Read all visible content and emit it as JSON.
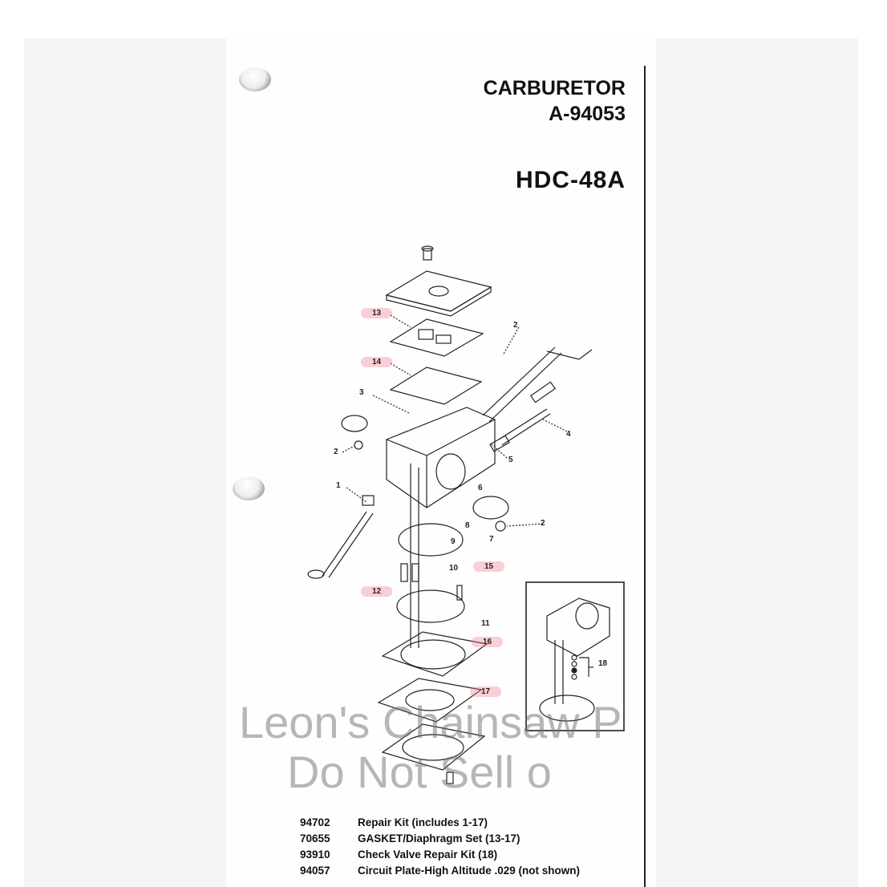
{
  "header": {
    "title": "CARBURETOR",
    "part_number": "A-94053",
    "model": "HDC-48A"
  },
  "callouts": [
    "1",
    "2",
    "2",
    "2",
    "3",
    "4",
    "5",
    "6",
    "7",
    "8",
    "9",
    "10",
    "11",
    "12",
    "13",
    "14",
    "15",
    "16",
    "17",
    "18"
  ],
  "watermark": {
    "line1": "Leon's Chainsaw P",
    "line2": "Do Not Sell o"
  },
  "parts": [
    {
      "number": "94702",
      "description": "Repair Kit (includes 1-17)"
    },
    {
      "number": "70655",
      "description": "GASKET/Diaphragm Set (13-17)"
    },
    {
      "number": "93910",
      "description": "Check Valve Repair Kit (18)"
    },
    {
      "number": "94057",
      "description": "Circuit Plate-High Altitude .029 (not shown)"
    }
  ],
  "highlight_color": "#f0788c"
}
